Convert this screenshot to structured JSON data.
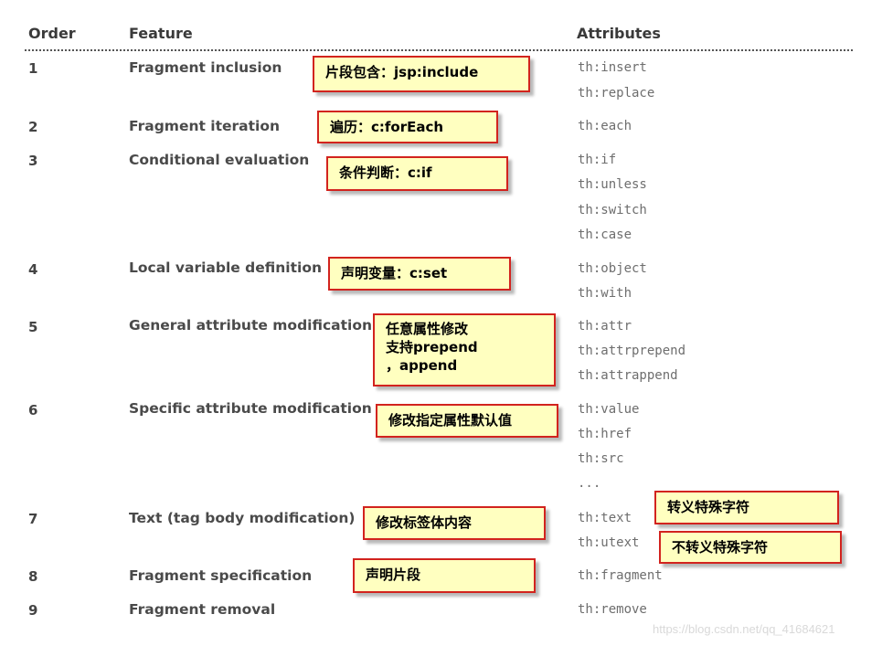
{
  "headers": {
    "order": "Order",
    "feature": "Feature",
    "attributes": "Attributes"
  },
  "rows": [
    {
      "num": "1",
      "feature": "Fragment inclusion",
      "attrs": [
        "th:insert",
        "th:replace"
      ]
    },
    {
      "num": "2",
      "feature": "Fragment iteration",
      "attrs": [
        "th:each"
      ]
    },
    {
      "num": "3",
      "feature": "Conditional evaluation",
      "attrs": [
        "th:if",
        "th:unless",
        "th:switch",
        "th:case"
      ]
    },
    {
      "num": "4",
      "feature": "Local variable definition",
      "attrs": [
        "th:object",
        "th:with"
      ]
    },
    {
      "num": "5",
      "feature": "General attribute modification",
      "attrs": [
        "th:attr",
        "th:attrprepend",
        "th:attrappend"
      ]
    },
    {
      "num": "6",
      "feature": "Specific attribute modification",
      "attrs": [
        "th:value",
        "th:href",
        "th:src",
        "..."
      ]
    },
    {
      "num": "7",
      "feature": "Text (tag body modification)",
      "attrs": [
        "th:text",
        "th:utext"
      ]
    },
    {
      "num": "8",
      "feature": "Fragment specification",
      "attrs": [
        "th:fragment"
      ]
    },
    {
      "num": "9",
      "feature": "Fragment removal",
      "attrs": [
        "th:remove"
      ]
    }
  ],
  "notes": {
    "n1": "片段包含：jsp:include",
    "n2": "遍历：c:forEach",
    "n3": "条件判断：c:if",
    "n4": "声明变量：c:set",
    "n5": "任意属性修改\n支持prepend\n，append",
    "n6": "修改指定属性默认值",
    "n7": "修改标签体内容",
    "n7a": "转义特殊字符",
    "n7b": "不转义特殊字符",
    "n8": "声明片段"
  },
  "colors": {
    "note_bg": "#ffffc0",
    "note_border": "#d2231e"
  },
  "watermark": "https://blog.csdn.net/qq_41684621"
}
